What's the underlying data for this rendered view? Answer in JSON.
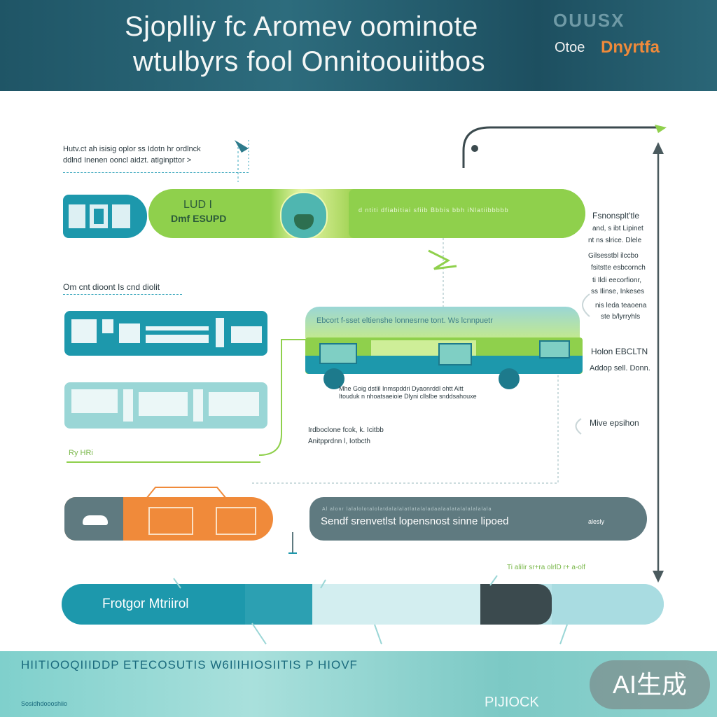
{
  "header": {
    "title_line1": "Sjoplliy fc Aromev oominote",
    "title_line2": "wtulbyrs fool Onnitoouiitbos",
    "ghost_text": "OUUSX",
    "small_text": "Otoe",
    "brand_text": "Dnyrtfa"
  },
  "notes": {
    "top_left_1": "Hutv.ct ah isisig oplor ss Idotn hr ordlnck",
    "top_left_2": "ddlnd Inenen ooncl aidzt. atiginpttor >",
    "mid_left": "Om cnt dioont Is cnd diolit",
    "right_title": "Fsnonsplt'tle",
    "right_1": "and, s ibt Lipinet",
    "right_2": "nt ns slrice. Dlele",
    "right_3": "Gilsesstbl ilccbo",
    "right_4": "fsitstte esbcornch",
    "right_5": "ti Ildi eecorfionr,",
    "right_6": "ss Ilinse, Inkeses",
    "right_7": "nis leda teaoena",
    "right_8": "ste b/lyrryhls",
    "right_mid_1": "Holon EBCLTN",
    "right_mid_2": "Addop sell. Donn.",
    "right_low": "Mive epsihon",
    "center_1": "Mhe Goig dstlil Inmspddri Dyaonrddl ohtt Aitt",
    "center_2": "Itouduk  n nhoatsaeioie Dlyni   cllslbe  snddsahouxe",
    "lower_1": "Irdboclone fcok, k. Icitbb",
    "lower_2": "Anitpprdnn l, Iotbcth",
    "small_green": "Ry HRi"
  },
  "pill_top": {
    "left_label_1": "LUD I",
    "left_label_2": "Dmf ESUPD",
    "right_text": "d ntiti dfiabitiai sfiib Bbbis bbh iNlatiibbbbb"
  },
  "bus": {
    "banner_text": "Ebcort f-sset eltienshe lonnesrne tont.  Ws  lcnnpuetr"
  },
  "pill_mid": {
    "text": "Sendf srenvetlst lopensnost sinne lipoed",
    "side": "alesly",
    "top_strip": "Al alonr lalalolotalolatdalalalatlatalaladaalaalatalalalalalala"
  },
  "progress_bar": {
    "label": "Frotgor Mtriirol",
    "top_small": "Ti alilir sr+ra olrlD r+  a-olf"
  },
  "footer": {
    "text": "HIITIOOQIIIDDP ETECOSUTIS W6IlIHIOSIITIS P HIOVF",
    "small_left": "Sosidhdoooshiio",
    "small_right": "PIJIOCK"
  },
  "watermark": "AI生成",
  "colors": {
    "teal": "#1d98ac",
    "lime": "#8fd04c",
    "orange": "#f08a3a",
    "slate": "#5f7a80",
    "navy": "#1f5566",
    "light_teal": "#9ad6d6"
  }
}
